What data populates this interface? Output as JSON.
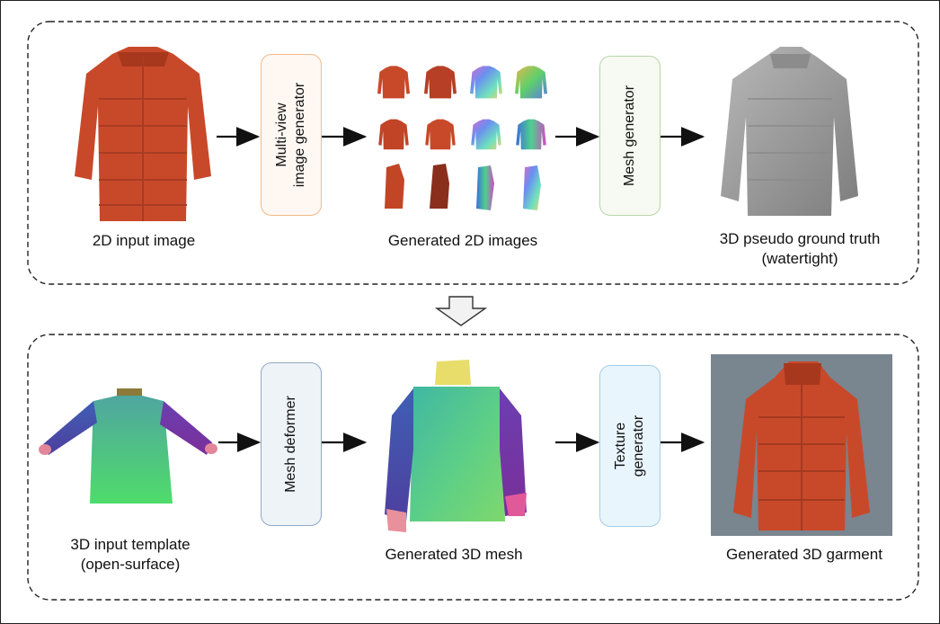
{
  "top_row": {
    "input_label": "2D input image",
    "stage1": [
      "Multi-view",
      "image generator"
    ],
    "views_label": "Generated 2D images",
    "stage2": "Mesh generator",
    "output_label": [
      "3D pseudo ground truth",
      "(watertight)"
    ]
  },
  "bottom_row": {
    "input_label": [
      "3D input template",
      "(open-surface)"
    ],
    "stage1": "Mesh deformer",
    "mesh_label": "Generated 3D mesh",
    "stage2": [
      "Texture",
      "generator"
    ],
    "output_label": "Generated 3D garment"
  },
  "colors": {
    "jacket_orange": "#c8492a",
    "stage_orange_border": "#f0b98a",
    "stage_orange_fill": "#fff8f2",
    "stage_green_border": "#b9d4a8",
    "stage_green_fill": "#f6faf2",
    "stage_blue_border": "#8fa9c4",
    "stage_blue_fill": "#eef3f8",
    "stage_lightblue_border": "#a6cde4",
    "stage_lightblue_fill": "#e9f5fc",
    "mesh_gray": "#9a9a9a"
  },
  "icons": {
    "jacket": "puffer-jacket-icon",
    "mesh": "gray-mesh-jacket-icon",
    "template": "normal-map-template-icon",
    "down_arrow": "hollow-down-arrow-icon"
  }
}
